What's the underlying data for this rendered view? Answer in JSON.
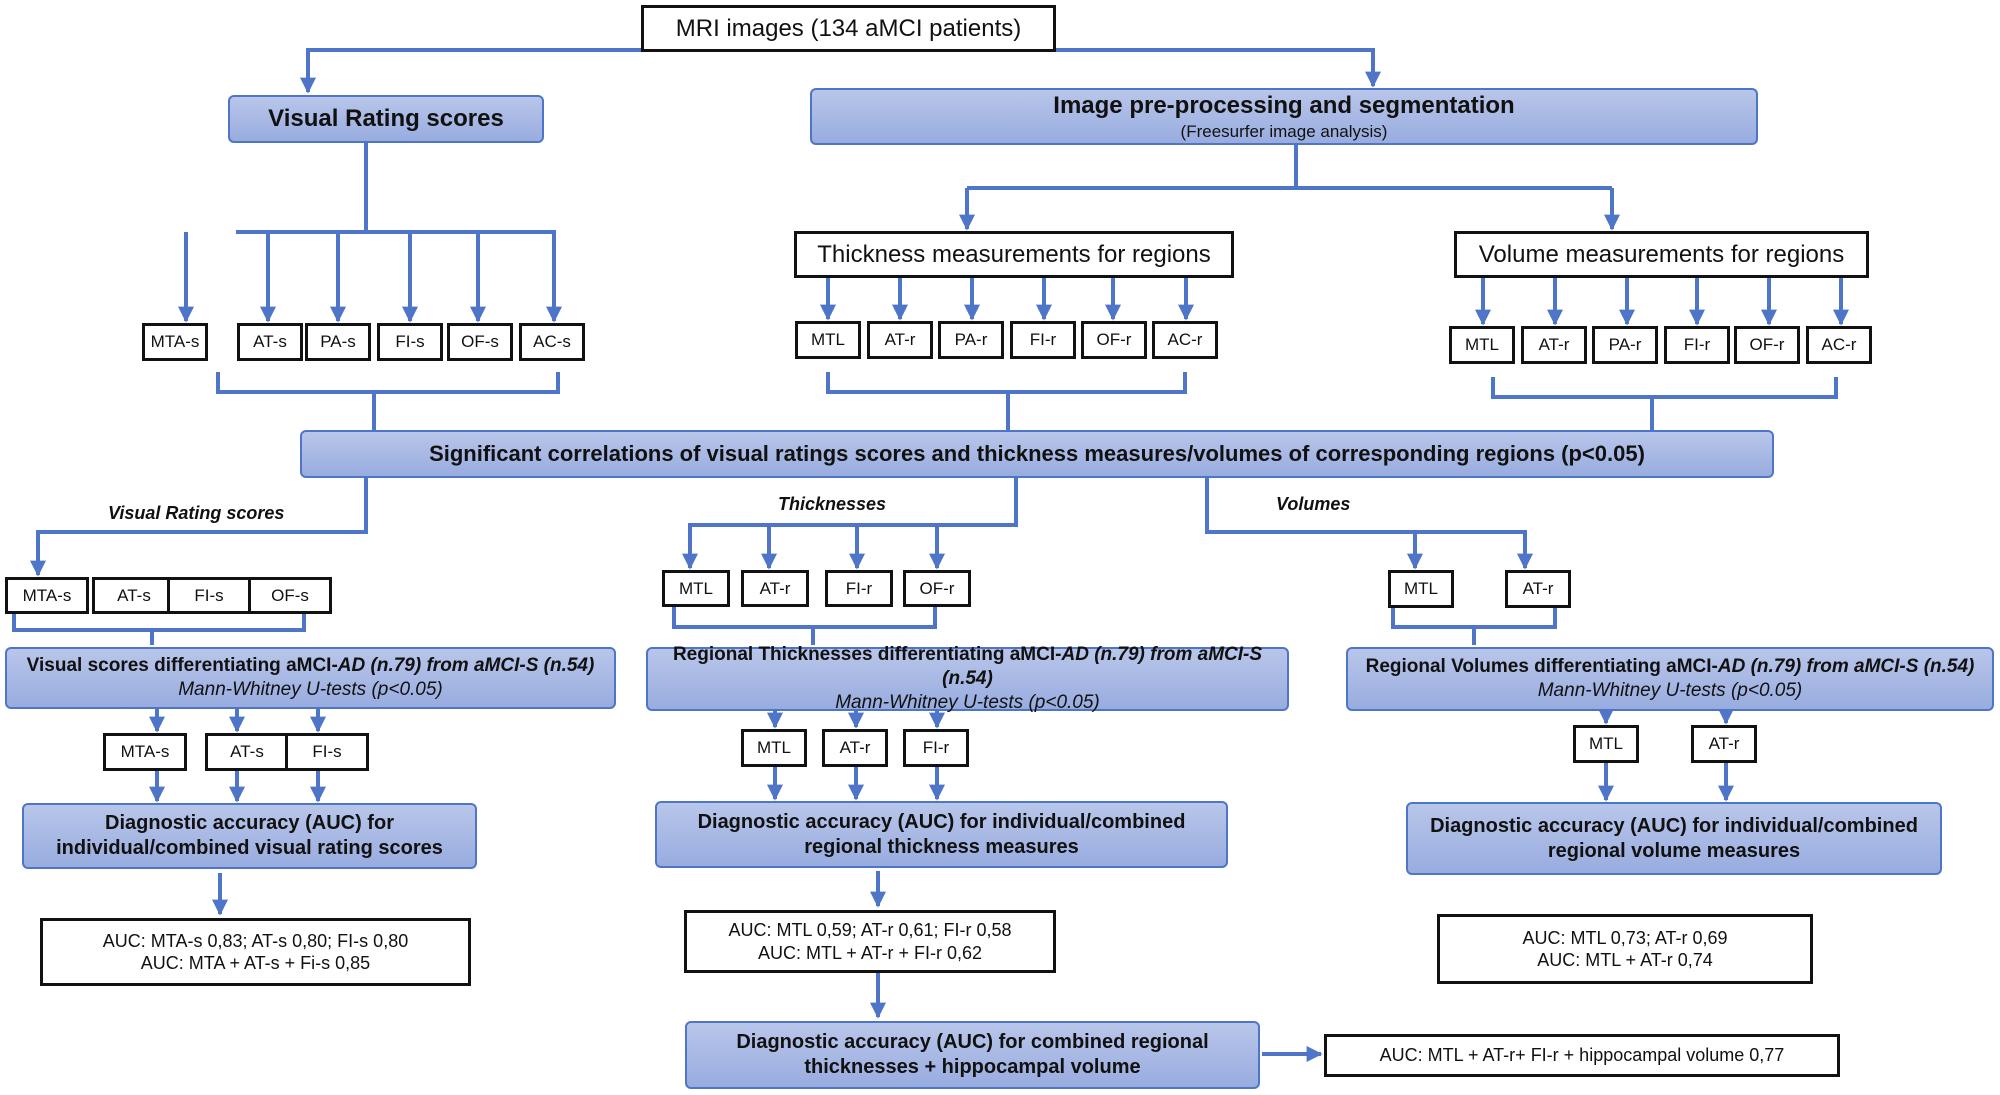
{
  "root": {
    "text": "MRI images (134 aMCI patients)"
  },
  "visual_rating": {
    "title": "Visual Rating scores"
  },
  "preprocessing": {
    "title": "Image pre-processing and segmentation",
    "subtitle": "(Freesurfer image analysis)"
  },
  "thickness": {
    "title": "Thickness measurements for regions"
  },
  "volume": {
    "title": "Volume measurements for regions"
  },
  "row1": {
    "visual": [
      "MTA-s",
      "AT-s",
      "PA-s",
      "FI-s",
      "OF-s",
      "AC-s"
    ],
    "thickness": [
      "MTL",
      "AT-r",
      "PA-r",
      "FI-r",
      "OF-r",
      "AC-r"
    ],
    "volume": [
      "MTL",
      "AT-r",
      "PA-r",
      "FI-r",
      "OF-r",
      "AC-r"
    ]
  },
  "correlation": {
    "text": "Significant correlations of visual ratings scores and thickness measures/volumes of corresponding regions (p<0.05)"
  },
  "branch_labels": {
    "visual": "Visual Rating scores",
    "thickness": "Thicknesses",
    "volume": "Volumes"
  },
  "row2": {
    "visual": [
      "MTA-s",
      "AT-s",
      "FI-s",
      "OF-s"
    ],
    "thickness": [
      "MTL",
      "AT-r",
      "FI-r",
      "OF-r"
    ],
    "volume": [
      "MTL",
      "AT-r"
    ]
  },
  "diff": {
    "visual": {
      "pre": "Visual scores differentiating aMCI-",
      "ad": "AD",
      "n1": " (n.79) from aMCI-S (n.54)",
      "line2": "Mann-Whitney U-tests (p<0.05)"
    },
    "thickness": {
      "pre": "Regional Thicknesses differentiating aMCI-",
      "ad": "AD",
      "n1": " (n.79) from aMCI-S (n.54)",
      "line2": "Mann-Whitney U-tests (p<0.05)"
    },
    "volume": {
      "pre": "Regional Volumes differentiating aMCI-",
      "ad": "AD",
      "n1": " (n.79) from aMCI-S (n.54)",
      "line2": "Mann-Whitney U-tests (p<0.05)"
    }
  },
  "row3": {
    "visual": [
      "MTA-s",
      "AT-s",
      "FI-s"
    ],
    "thickness": [
      "MTL",
      "AT-r",
      "FI-r"
    ],
    "volume": [
      "MTL",
      "AT-r"
    ]
  },
  "accuracy": {
    "visual": {
      "line1": "Diagnostic accuracy (AUC) for",
      "line2": "individual/combined visual rating scores"
    },
    "thickness": {
      "line1": "Diagnostic accuracy (AUC)  for individual/combined",
      "line2": "regional thickness measures"
    },
    "volume": {
      "line1": "Diagnostic accuracy (AUC)  for individual/combined",
      "line2": "regional volume  measures"
    }
  },
  "auc": {
    "visual": {
      "line1": "AUC: MTA-s 0,83; AT-s 0,80; FI-s 0,80",
      "line2": "AUC: MTA + AT-s + Fi-s 0,85"
    },
    "thickness": {
      "line1": "AUC: MTL 0,59; AT-r 0,61; FI-r 0,58",
      "line2": "AUC: MTL + AT-r + FI-r  0,62"
    },
    "volume": {
      "line1": "AUC: MTL 0,73; AT-r 0,69",
      "line2": "AUC: MTL + AT-r  0,74"
    }
  },
  "combined": {
    "line1": "Diagnostic accuracy (AUC) for combined regional",
    "line2": "thicknesses + hippocampal volume"
  },
  "final_auc": {
    "text": "AUC: MTL + AT-r+  FI-r  + hippocampal volume 0,77"
  },
  "colors": {
    "connector": "#4f75c8",
    "box_fill_top": "#b9c6ea",
    "box_fill_bottom": "#98acdf",
    "box_border": "#4f75c8",
    "outline": "#111111"
  }
}
